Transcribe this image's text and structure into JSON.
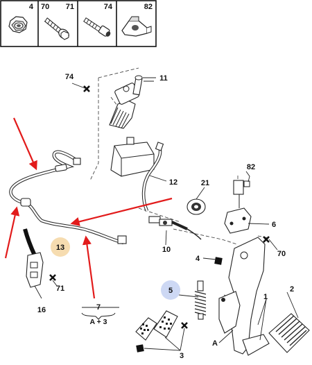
{
  "legend": {
    "cells": [
      {
        "label": "4",
        "icon": "nut-icon"
      },
      {
        "label": "70",
        "icon": ""
      },
      {
        "label": "71",
        "icon": "flange-bolt-icon"
      },
      {
        "label": "74",
        "icon": "screw-icon"
      },
      {
        "label": "82",
        "icon": "connector-clip-icon"
      }
    ]
  },
  "callouts": {
    "c74": "74",
    "c11": "11",
    "c12": "12",
    "c21": "21",
    "c82": "82",
    "c6": "6",
    "c70": "70",
    "c10": "10",
    "c4": "4",
    "c13": "13",
    "c71": "71",
    "c16": "16",
    "c7": "7",
    "c7sub": "A + 3",
    "c5": "5",
    "c1": "1",
    "c2": "2",
    "cA": "A",
    "c3": "3"
  },
  "highlights": {
    "c13_color": "#f6dcb0",
    "c5_color": "#cdd8f4"
  },
  "arrow_color": "#e21b1b"
}
